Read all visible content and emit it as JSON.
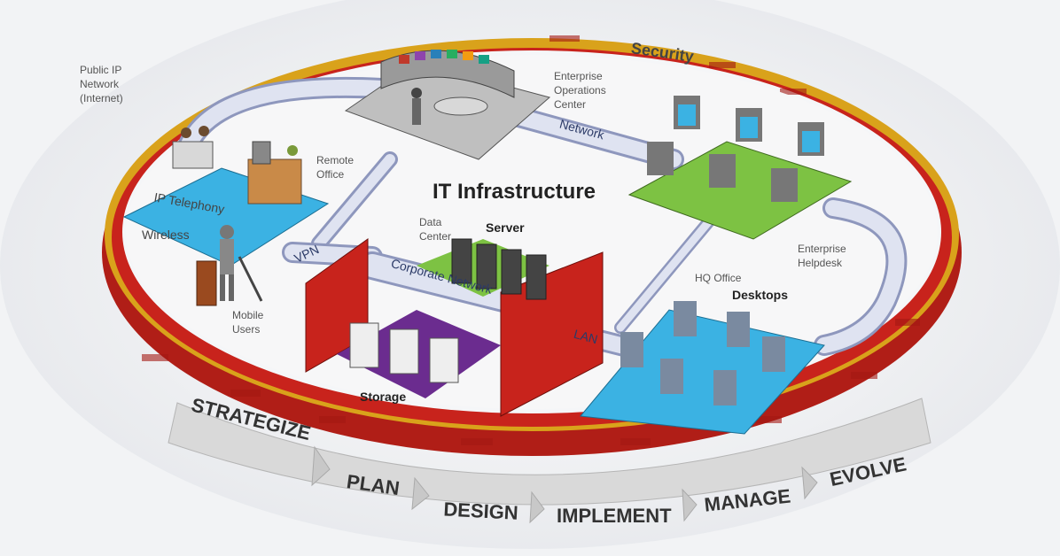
{
  "labels": {
    "security": "Security",
    "public_ip_line1": "Public IP",
    "public_ip_line2": "Network",
    "public_ip_line3": "(Internet)",
    "enterprise_ops_line1": "Enterprise",
    "enterprise_ops_line2": "Operations",
    "enterprise_ops_line3": "Center",
    "network": "Network",
    "remote_office_line1": "Remote",
    "remote_office_line2": "Office",
    "ip_telephony": "IP Telephony",
    "wireless": "Wireless",
    "it_infrastructure": "IT Infrastructure",
    "data_center_line1": "Data",
    "data_center_line2": "Center",
    "server": "Server",
    "vpn": "VPN",
    "corporate_network": "Corporate Network",
    "lan": "LAN",
    "mobile_users_line1": "Mobile",
    "mobile_users_line2": "Users",
    "storage": "Storage",
    "hq_office": "HQ Office",
    "desktops": "Desktops",
    "enterprise_helpdesk_line1": "Enterprise",
    "enterprise_helpdesk_line2": "Helpdesk"
  },
  "steps": [
    "STRATEGIZE",
    "PLAN",
    "DESIGN",
    "IMPLEMENT",
    "MANAGE",
    "EVOLVE"
  ],
  "colors": {
    "ring_red": "#c8231c",
    "ring_gold": "#d9a21b",
    "pipe": "#c9cfe6",
    "wireless_blue": "#3bb2e3",
    "green_floor": "#7dc243",
    "storage_purple": "#6b2c8f",
    "arrow_gray": "#d9d9d9"
  }
}
